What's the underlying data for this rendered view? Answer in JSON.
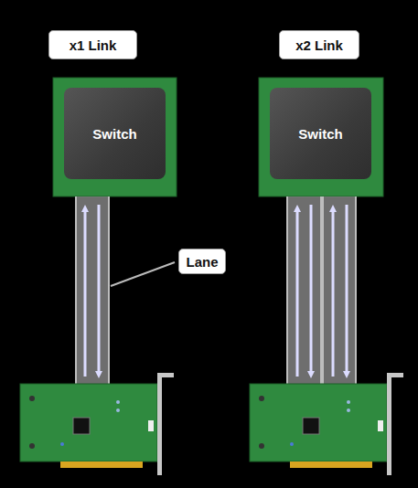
{
  "diagram": {
    "nodes": [
      {
        "text": [
          "x1 Link"
        ]
      },
      {
        "text": [
          "x2 Link"
        ]
      },
      {
        "text": [
          "Switch"
        ]
      },
      {
        "text": [
          "Switch"
        ]
      },
      {
        "text": [
          "Lane"
        ]
      }
    ]
  }
}
